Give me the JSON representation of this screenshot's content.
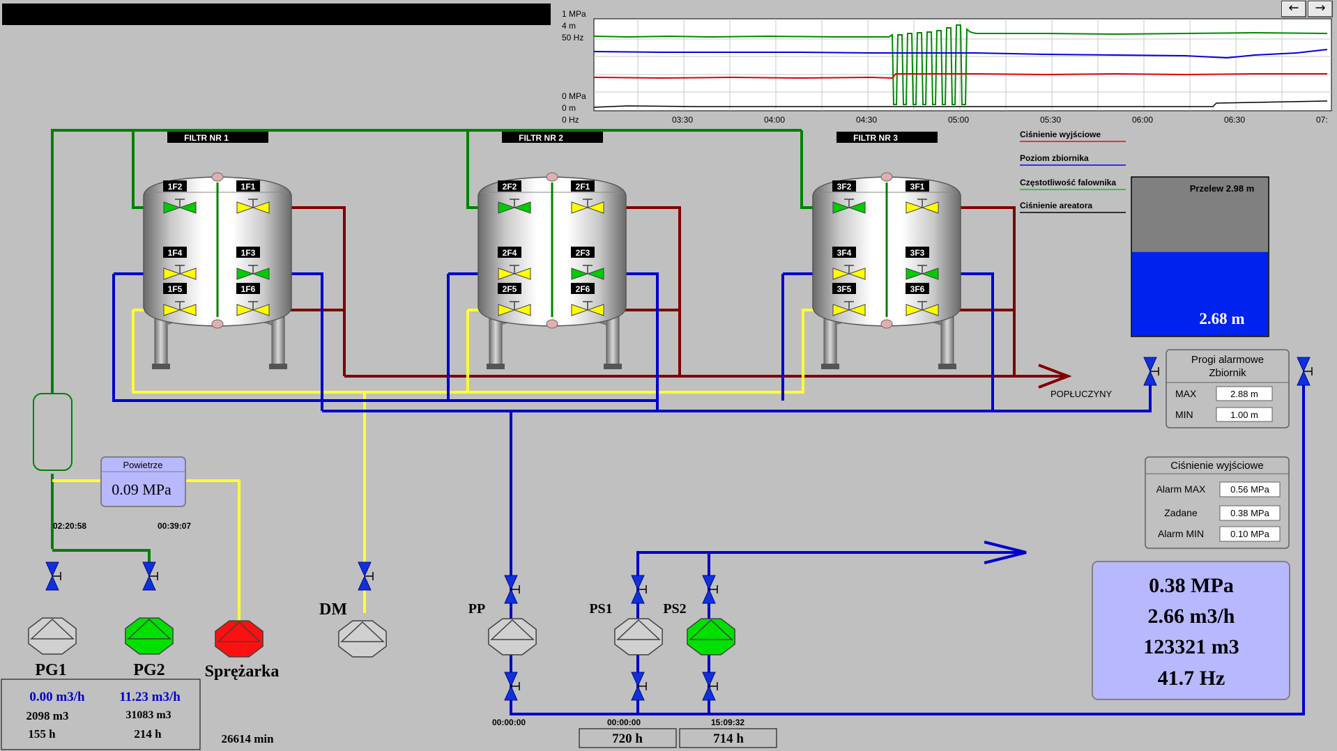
{
  "colors": {
    "background": "#c0c0c0",
    "pipe_green": "#008000",
    "pipe_red": "#800000",
    "pipe_blue": "#0000cc",
    "pipe_yellow": "#ffff33",
    "valve_open": "#00cc00",
    "valve_closed": "#ffff00",
    "pump_running": "#00e000",
    "pump_fault": "#ff1010",
    "pump_stopped": "#d0d0d0",
    "tank_water": "#0022ee",
    "tank_air": "#808080",
    "panel_fill": "#b8b8ff"
  },
  "nav": {
    "back_icon": "←",
    "forward_icon": "→"
  },
  "trend": {
    "left_axis_top": [
      "1 MPa",
      "4 m",
      "50 Hz"
    ],
    "left_axis_bottom": [
      "0 MPa",
      "0 m",
      "0 Hz"
    ],
    "time_ticks": [
      "03:30",
      "04:00",
      "04:30",
      "05:00",
      "05:30",
      "06:00",
      "06:30",
      "07:"
    ],
    "legend": [
      {
        "label": "Ciśnienie wyjściowe",
        "color": "#ff0000"
      },
      {
        "label": "Poziom zbiornika",
        "color": "#0000ff"
      },
      {
        "label": "Częstotliwość falownika",
        "color": "#00cc00"
      },
      {
        "label": "Ciśnienie areatora",
        "color": "#000000"
      }
    ]
  },
  "filters": [
    {
      "title": "FILTR NR 1",
      "valves": {
        "f2": "1F2",
        "f1": "1F1",
        "f4": "1F4",
        "f3": "1F3",
        "f5": "1F5",
        "f6": "1F6"
      },
      "states": {
        "f2": "open",
        "f1": "closed",
        "f4": "closed",
        "f3": "open",
        "f5": "closed",
        "f6": "closed"
      }
    },
    {
      "title": "FILTR NR 2",
      "valves": {
        "f2": "2F2",
        "f1": "2F1",
        "f4": "2F4",
        "f3": "2F3",
        "f5": "2F5",
        "f6": "2F6"
      },
      "states": {
        "f2": "open",
        "f1": "closed",
        "f4": "closed",
        "f3": "open",
        "f5": "closed",
        "f6": "closed"
      }
    },
    {
      "title": "FILTR NR 3",
      "valves": {
        "f2": "3F2",
        "f1": "3F1",
        "f4": "3F4",
        "f3": "3F3",
        "f5": "3F5",
        "f6": "3F6"
      },
      "states": {
        "f2": "open",
        "f1": "closed",
        "f4": "closed",
        "f3": "open",
        "f5": "closed",
        "f6": "closed"
      }
    }
  ],
  "backwash_label": "POPŁUCZYNY",
  "tank": {
    "overflow_label": "Przelew 2.98 m",
    "level_value": "2.68 m",
    "level_fraction": 0.53
  },
  "tank_alarms": {
    "title_line1": "Progi alarmowe",
    "title_line2": "Zbiornik",
    "max_label": "MAX",
    "max_value": "2.88 m",
    "min_label": "MIN",
    "min_value": "1.00 m"
  },
  "outlet_pressure": {
    "title": "Ciśnienie wyjściowe",
    "alarm_max_label": "Alarm MAX",
    "alarm_max_value": "0.56 MPa",
    "setpoint_label": "Zadane",
    "setpoint_value": "0.38 MPa",
    "alarm_min_label": "Alarm MIN",
    "alarm_min_value": "0.10 MPa"
  },
  "summary": {
    "pressure": "0.38 MPa",
    "flow": "2.66 m3/h",
    "volume": "123321 m3",
    "frequency": "41.7 Hz"
  },
  "air": {
    "title": "Powietrze",
    "value": "0.09 MPa"
  },
  "timers": {
    "pg1": "02:20:58",
    "pg2": "00:39:07",
    "pp": "00:00:00",
    "ps1": "00:00:00",
    "ps2": "15:09:32"
  },
  "pumps": {
    "pg1": {
      "label": "PG1",
      "state": "stopped"
    },
    "pg2": {
      "label": "PG2",
      "state": "running"
    },
    "compressor": {
      "label": "Sprężarka",
      "state": "fault"
    },
    "dm": {
      "label": "DM",
      "state": "stopped"
    },
    "pp": {
      "label": "PP",
      "state": "stopped"
    },
    "ps1": {
      "label": "PS1",
      "state": "stopped"
    },
    "ps2": {
      "label": "PS2",
      "state": "running"
    }
  },
  "well_stats": {
    "pg1_flow": "0.00 m3/h",
    "pg2_flow": "11.23 m3/h",
    "pg1_volume": "2098 m3",
    "pg2_volume": "31083 m3",
    "pg1_hours": "155 h",
    "pg2_hours": "214 h",
    "compressor_minutes": "26614 min"
  },
  "service_hours": {
    "ps1": "720 h",
    "ps2": "714 h"
  }
}
